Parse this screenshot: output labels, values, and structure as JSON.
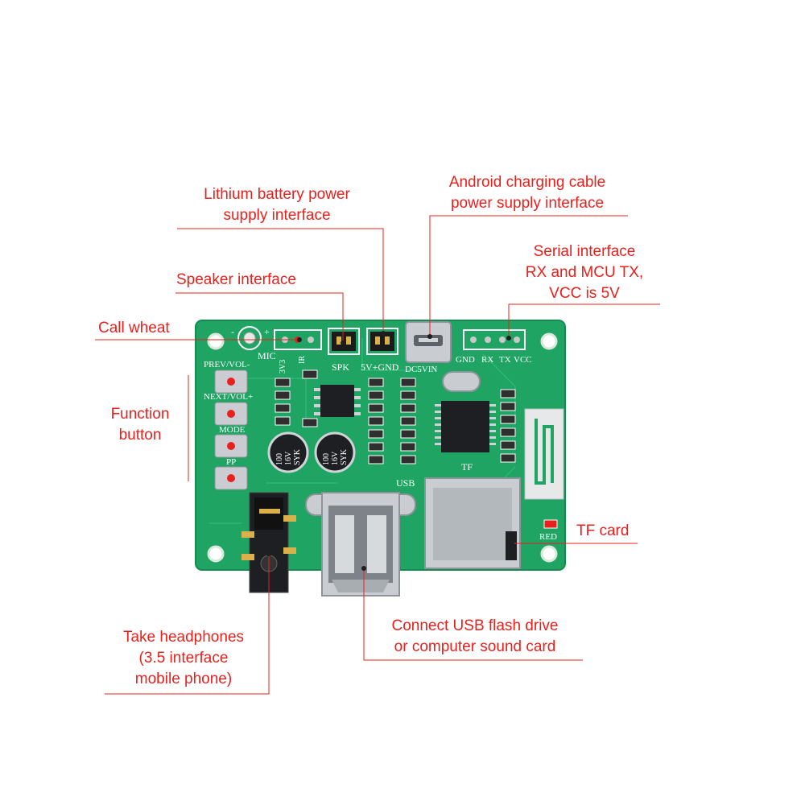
{
  "callouts": {
    "lithium": [
      "Lithium battery power",
      "supply interface"
    ],
    "android": [
      "Android charging cable",
      "power supply interface"
    ],
    "serial": [
      "Serial interface",
      "RX and MCU TX,",
      "VCC is 5V"
    ],
    "speaker": "Speaker interface",
    "call_wheat": "Call wheat",
    "function": [
      "Function",
      "button"
    ],
    "tf_card": "TF card",
    "headphones": [
      "Take headphones",
      "(3.5 interface",
      "mobile phone)"
    ],
    "usb": [
      "Connect  USB flash drive",
      "or computer sound card"
    ]
  },
  "board_labels": {
    "mic": "MIC",
    "mic_minus": "-",
    "mic_plus": "+",
    "v3": "3V3",
    "ir": "IR",
    "spk": "SPK",
    "v5_gnd": "5V+GND",
    "dc5vin": "DC5VIN",
    "gnd": "GND",
    "rx": "RX",
    "tx": "TX",
    "vcc": "VCC",
    "prev": "PREV/VOL-",
    "next": "NEXT/VOL+",
    "mode": "MODE",
    "pp": "PP",
    "usb": "USB",
    "tf": "TF",
    "red": "RED",
    "cap1": [
      "100",
      "16V",
      "SYK"
    ],
    "cap2": [
      "100",
      "16V",
      "SYK"
    ]
  },
  "colors": {
    "label": "#e8211d",
    "leader": "#e8211d",
    "pcb": "#1fa463",
    "pcb_dark": "#178a52",
    "metal": "#c9cdd2",
    "chip": "#1d1f22"
  }
}
